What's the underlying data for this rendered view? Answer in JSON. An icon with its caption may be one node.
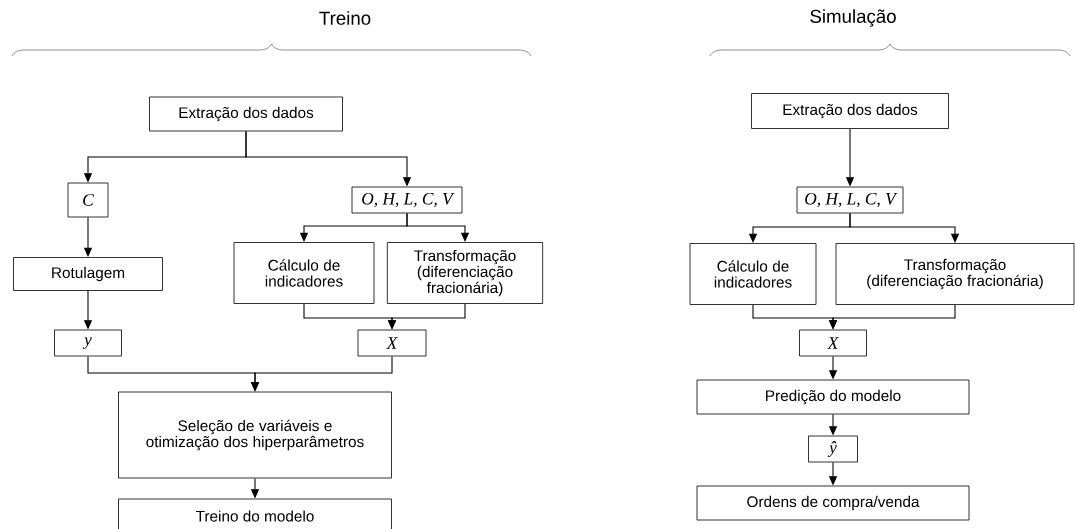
{
  "diagram": {
    "nodes": [
      {
        "text": [
          "Extração dos dados"
        ]
      },
      {
        "text": [
          "C"
        ]
      },
      {
        "text": [
          "O, H, L, C, V"
        ]
      },
      {
        "text": [
          "Rotulagem"
        ]
      },
      {
        "text": [
          "Cálculo de indicadores"
        ]
      },
      {
        "text": [
          "Transformação (diferenciação fracionária)"
        ]
      },
      {
        "text": [
          "y"
        ]
      },
      {
        "text": [
          "X"
        ]
      },
      {
        "text": [
          "Seleção de variáveis e otimização dos hiperparâmetros"
        ]
      },
      {
        "text": [
          "Treino do modelo"
        ]
      },
      {
        "text": [
          "Extração dos dados"
        ]
      },
      {
        "text": [
          "O, H, L, C, V"
        ]
      },
      {
        "text": [
          "Cálculo de indicadores"
        ]
      },
      {
        "text": [
          "Transformação (diferenciação fracionária)"
        ]
      },
      {
        "text": [
          "X"
        ]
      },
      {
        "text": [
          "Predição do modelo"
        ]
      },
      {
        "text": [
          "ŷ"
        ]
      },
      {
        "text": [
          "Ordens de compra/venda"
        ]
      }
    ],
    "edges": [
      {
        "from": 0,
        "to": 1,
        "arrow": "to"
      },
      {
        "from": 0,
        "to": 2,
        "arrow": "to"
      },
      {
        "from": 1,
        "to": 3,
        "arrow": "to"
      },
      {
        "from": 2,
        "to": 4,
        "arrow": "to"
      },
      {
        "from": 2,
        "to": 5,
        "arrow": "to"
      },
      {
        "from": 3,
        "to": 6,
        "arrow": "to"
      },
      {
        "from": 4,
        "to": 7,
        "arrow": "to"
      },
      {
        "from": 5,
        "to": 7,
        "arrow": "to"
      },
      {
        "from": 6,
        "to": 8,
        "arrow": "to"
      },
      {
        "from": 7,
        "to": 8,
        "arrow": "to"
      },
      {
        "from": 8,
        "to": 9,
        "arrow": "to"
      },
      {
        "from": 10,
        "to": 11,
        "arrow": "to"
      },
      {
        "from": 11,
        "to": 12,
        "arrow": "to"
      },
      {
        "from": 11,
        "to": 13,
        "arrow": "to"
      },
      {
        "from": 12,
        "to": 14,
        "arrow": "to"
      },
      {
        "from": 13,
        "to": 14,
        "arrow": "to"
      },
      {
        "from": 14,
        "to": 15,
        "arrow": "to"
      },
      {
        "from": 15,
        "to": 16,
        "arrow": "to"
      },
      {
        "from": 16,
        "to": 17,
        "arrow": "to"
      }
    ],
    "labels": [
      "Treino",
      "Simulação"
    ]
  }
}
